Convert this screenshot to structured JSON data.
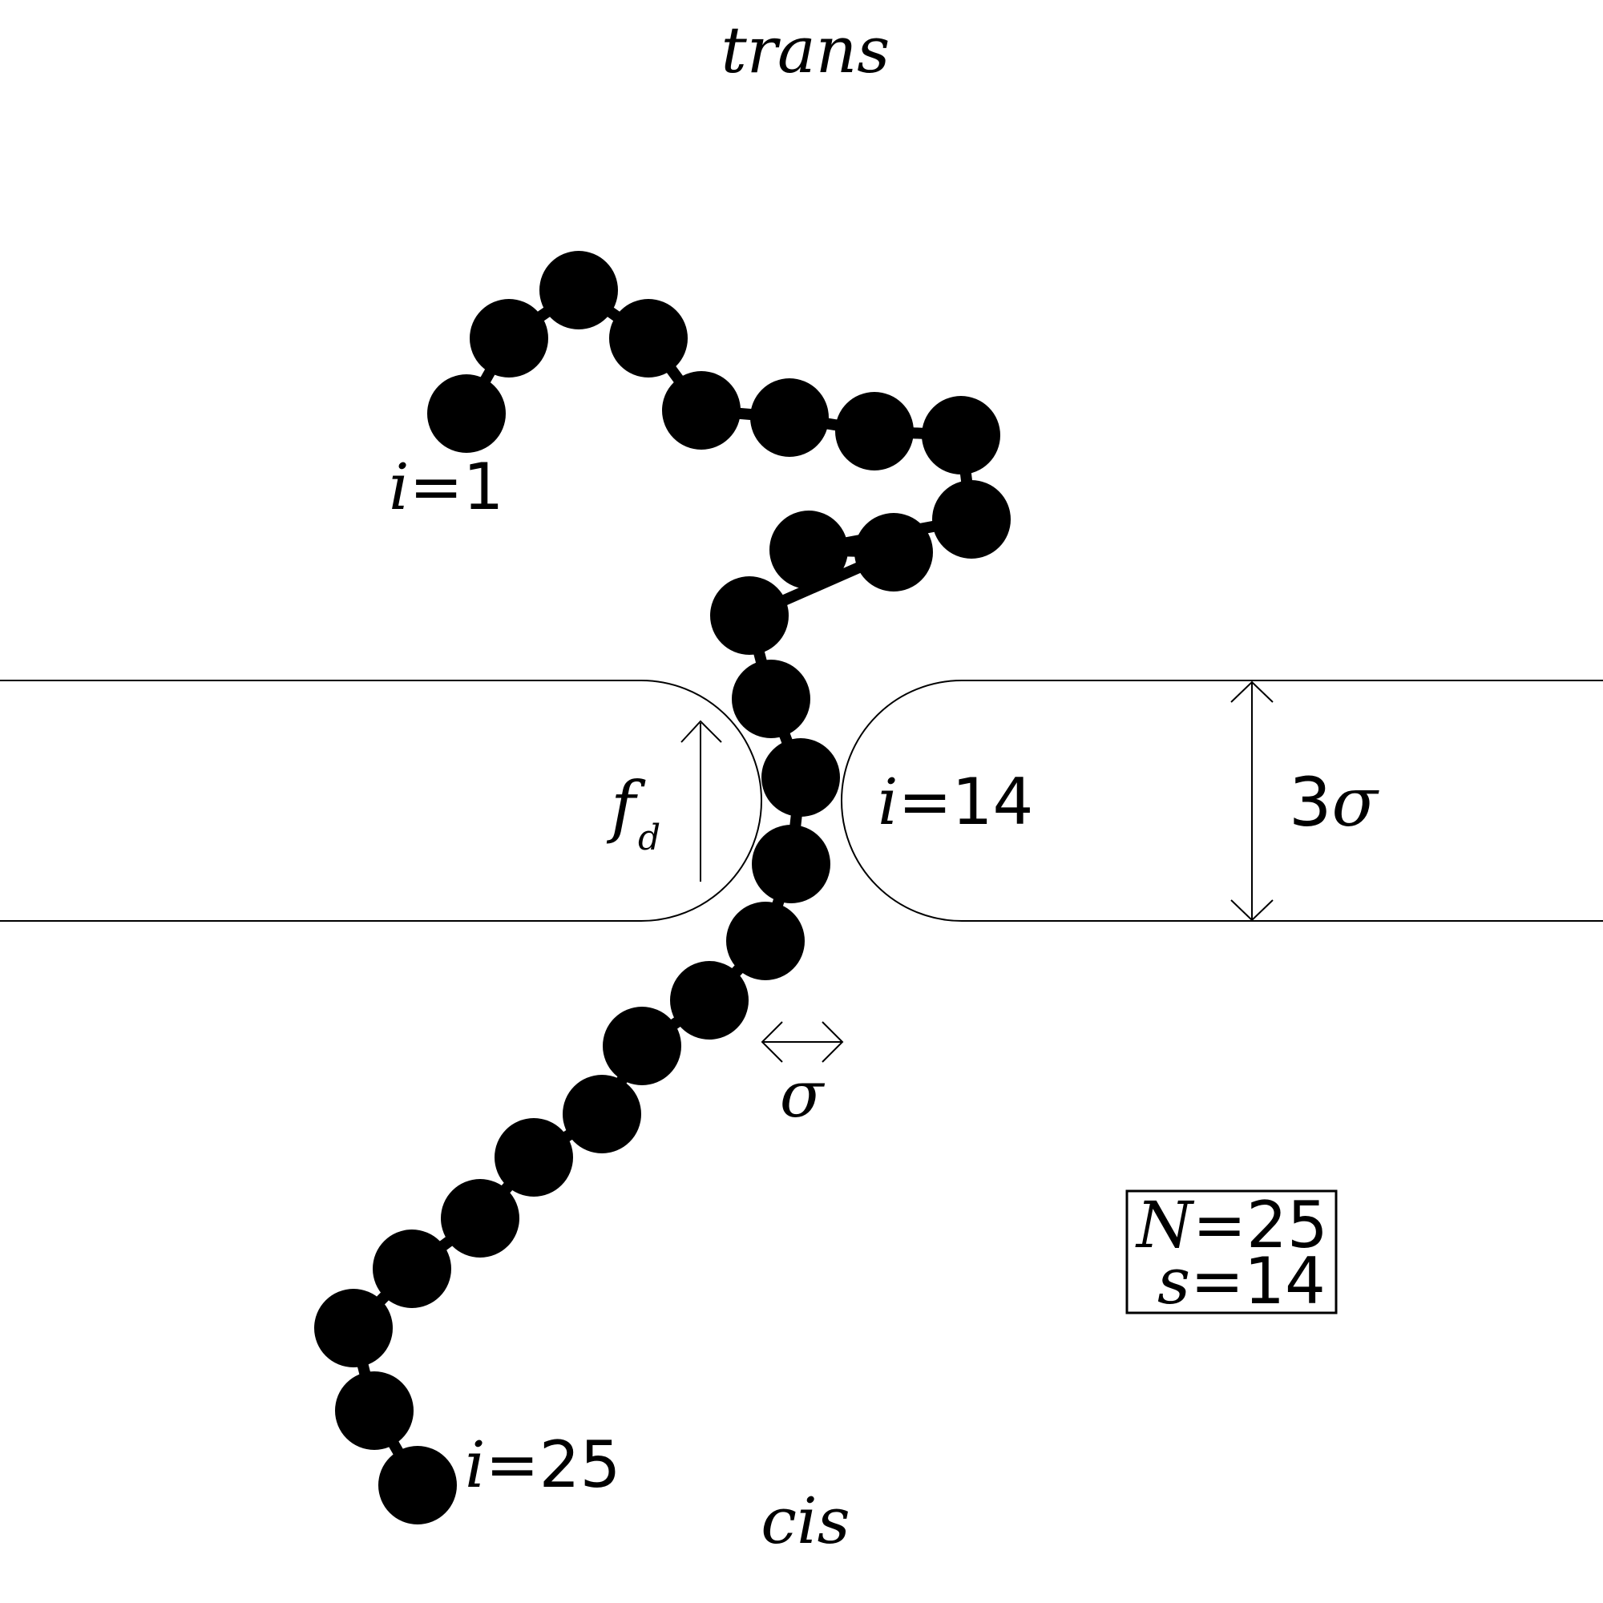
{
  "colors": {
    "ink": "#000000",
    "background": "#ffffff"
  },
  "regions": {
    "top": "trans",
    "bottom": "cis"
  },
  "labels": {
    "first_var": "i",
    "first_eq": "=1",
    "mid_var": "i",
    "mid_eq": "=14",
    "last_var": "i",
    "last_eq": "=25",
    "force_main": "f",
    "force_sub": "d",
    "width_coef": "3",
    "width_sym": "σ",
    "gap_sym": "σ"
  },
  "legend": {
    "n_var": "N",
    "n_eq": "=25",
    "s_var": "s",
    "s_eq": "=14"
  },
  "polymer": {
    "N": 25,
    "s": 14
  }
}
